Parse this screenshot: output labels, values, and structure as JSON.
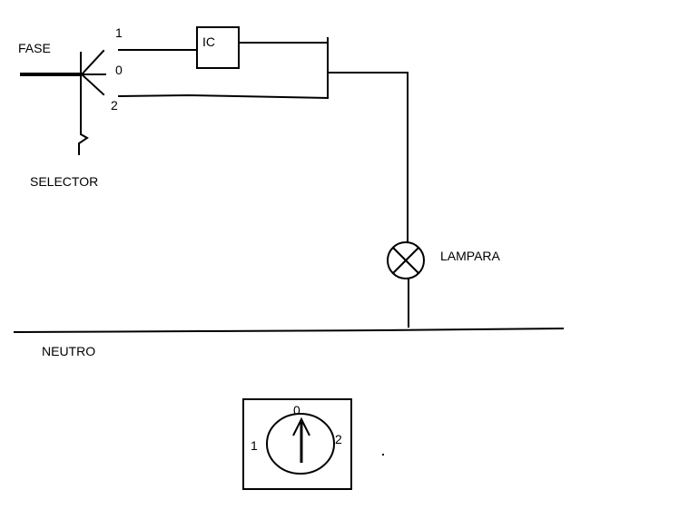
{
  "labels": {
    "fase": "FASE",
    "selector": "SELECTOR",
    "lampara": "LAMPARA",
    "neutro": "NEUTRO",
    "ic": "IC"
  },
  "selector_positions": {
    "pos1": "1",
    "pos0": "0",
    "pos2": "2"
  },
  "switch_face": {
    "pos0": "0",
    "pos1": "1",
    "pos2": "2"
  },
  "colors": {
    "line": "#000000",
    "background": "#ffffff"
  }
}
